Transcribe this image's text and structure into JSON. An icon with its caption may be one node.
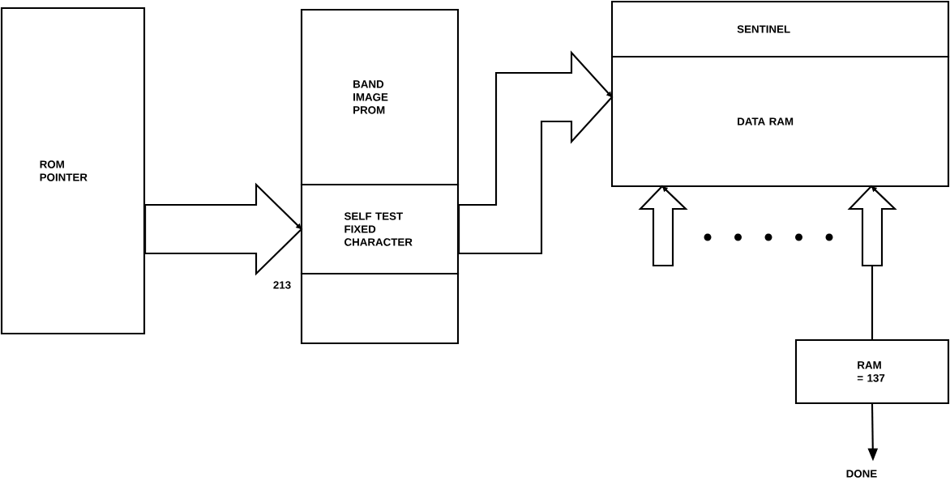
{
  "diagram": {
    "nodes": [
      {
        "text": [
          "ROM POINTER"
        ]
      },
      {
        "text": [
          "BAND IMAGE PROM"
        ]
      },
      {
        "text": [
          "SELF TEST FIXED CHARACTER"
        ]
      },
      {
        "text": [],
        "shape": "box"
      },
      {
        "text": [
          "SENTINEL"
        ]
      },
      {
        "text": [
          "DATA RAM"
        ]
      },
      {
        "text": [
          "RAM = 137"
        ]
      },
      {
        "text": [
          "DONE"
        ]
      }
    ],
    "edges": [
      {
        "from": 0,
        "to": 2,
        "arrow": "to",
        "label": "213"
      },
      {
        "from": 2,
        "to": 5,
        "arrow": "to"
      },
      {
        "from": null,
        "to": 5,
        "arrow": "to"
      },
      {
        "from": 6,
        "to": 5,
        "arrow": "to"
      },
      {
        "from": 6,
        "to": 7,
        "arrow": "to"
      }
    ]
  }
}
